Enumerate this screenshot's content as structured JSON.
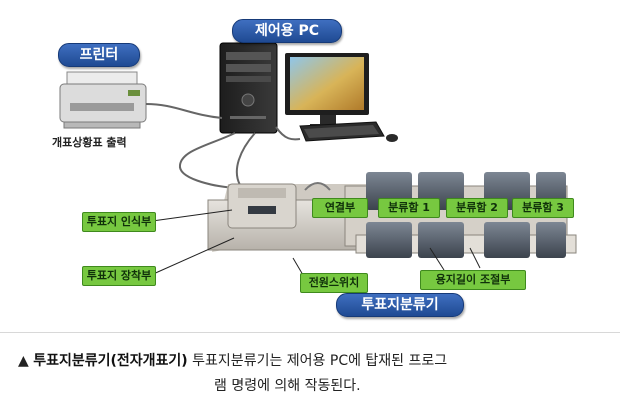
{
  "labels": {
    "printer": "프린터",
    "printer_output": "개표상황표 출력",
    "control_pc": "제어용 PC",
    "ballot_reader": "투표지 인식부",
    "ballot_loader": "투표지 장착부",
    "connector": "연결부",
    "sorter1": "분류함 1",
    "sorter2": "분류함 2",
    "sorter3": "분류함 3",
    "power_switch": "전원스위치",
    "paper_length_adjuster": "용지길이 조절부",
    "machine_name": "투표지분류기"
  },
  "caption": {
    "marker": "▲",
    "bold": "투표지분류기(전자개표기)",
    "line1": "투표지분류기는 제어용 PC에 탑재된 프로그",
    "line2": "램 명령에 의해 작동된다."
  },
  "colors": {
    "pill": "#2a58a8",
    "label_green": "#77c840"
  }
}
